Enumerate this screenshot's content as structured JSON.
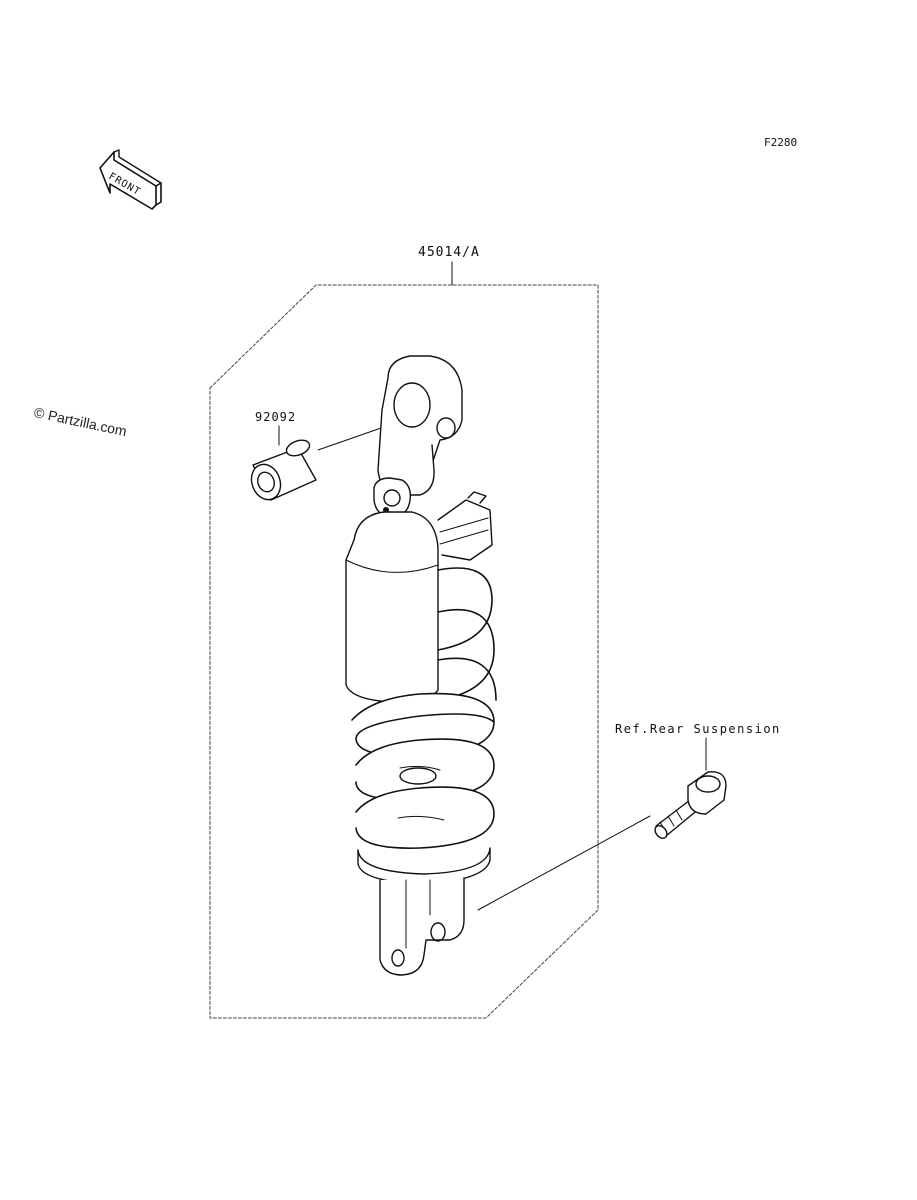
{
  "figure": {
    "code": "F2280"
  },
  "orientation": {
    "front_label": "FRONT"
  },
  "parts": {
    "main_assembly": "45014/A",
    "collar": "92092",
    "reference": "Ref.Rear Suspension"
  },
  "watermark": {
    "text": "© Partzilla.com"
  },
  "footer": {
    "line1": "",
    "line2": ""
  }
}
